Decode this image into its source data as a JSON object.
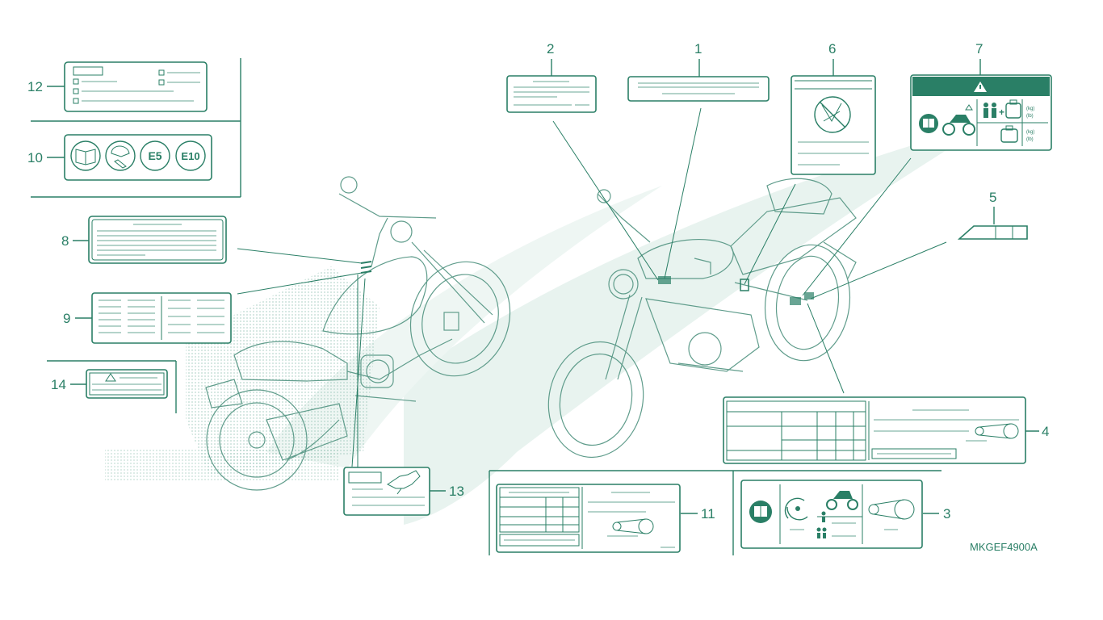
{
  "diagram": {
    "callouts": [
      "1",
      "2",
      "3",
      "4",
      "5",
      "6",
      "7",
      "8",
      "9",
      "10",
      "11",
      "12",
      "13",
      "14"
    ],
    "part_code": "MKGEF4900A",
    "icon_labels": {
      "fuel_e5": "E5",
      "fuel_e10": "E10",
      "load_unit_kg": "(kg)",
      "load_unit_lb": "(lb)"
    },
    "icons": {
      "warning": "warning-triangle-icon",
      "manual": "owners-manual-icon",
      "helmet": "helmet-icon",
      "no_modification": "no-modification-icon",
      "rider": "rider-icon",
      "luggage": "luggage-icon",
      "motorcycle": "motorcycle-icon",
      "chain": "drive-chain-icon",
      "tire": "tire-pressure-icon"
    },
    "colors": {
      "line": "#2a7f66",
      "watermark": "#e6f1ed",
      "warning_band": "#2a7f66"
    }
  }
}
